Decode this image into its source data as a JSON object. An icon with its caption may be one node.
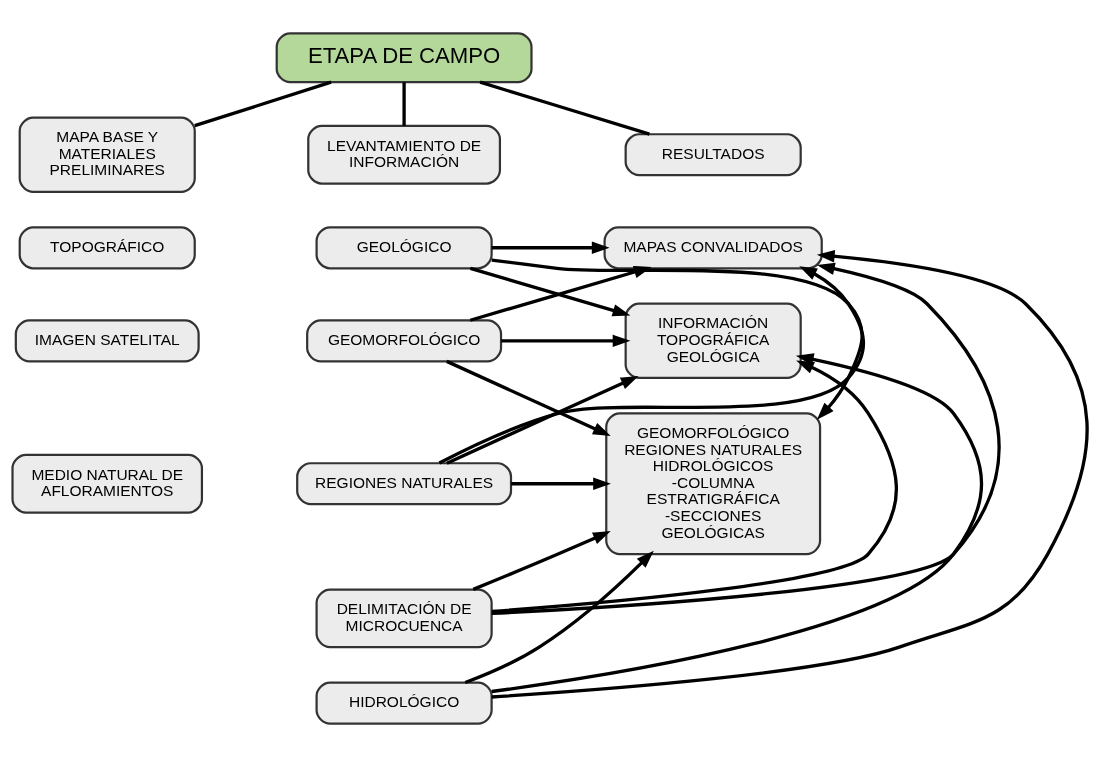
{
  "diagram": {
    "nodes": [
      {
        "text": [
          "ETAPA DE CAMPO"
        ]
      },
      {
        "text": [
          "MAPA BASE Y MATERIALES PRELIMINARES"
        ]
      },
      {
        "text": [
          "LEVANTAMIENTO DE INFORMACIÓN"
        ]
      },
      {
        "text": [
          "RESULTADOS"
        ]
      },
      {
        "text": [
          "TOPOGRÁFICO"
        ]
      },
      {
        "text": [
          "IMAGEN SATELITAL"
        ]
      },
      {
        "text": [
          "MEDIO NATURAL DE AFLORAMIENTOS"
        ]
      },
      {
        "text": [
          "GEOLÓGICO"
        ]
      },
      {
        "text": [
          "GEOMORFOLÓGICO"
        ]
      },
      {
        "text": [
          "REGIONES NATURALES"
        ]
      },
      {
        "text": [
          "DELIMITACIÓN DE MICROCUENCA"
        ]
      },
      {
        "text": [
          "HIDROLÓGICO"
        ]
      },
      {
        "text": [
          "MAPAS CONVALIDADOS"
        ]
      },
      {
        "text": [
          "INFORMACIÓN TOPOGRÁFICA GEOLÓGICA"
        ]
      },
      {
        "text": [
          "GEOMORFOLÓGICO",
          "REGIONES NATURALES",
          "HIDROLÓGICOS",
          "-COLUMNA ESTRATIGRÁFICA",
          "-SECCIONES GEOLÓGICAS"
        ]
      }
    ],
    "edges": [
      {
        "from": 0,
        "to": 1,
        "arrow": "none"
      },
      {
        "from": 0,
        "to": 2,
        "arrow": "none"
      },
      {
        "from": 0,
        "to": 3,
        "arrow": "none"
      },
      {
        "from": 7,
        "to": 12,
        "arrow": "to"
      },
      {
        "from": 7,
        "to": 13,
        "arrow": "to"
      },
      {
        "from": 7,
        "to": 14,
        "arrow": "to"
      },
      {
        "from": 8,
        "to": 12,
        "arrow": "to"
      },
      {
        "from": 8,
        "to": 13,
        "arrow": "to"
      },
      {
        "from": 8,
        "to": 14,
        "arrow": "to"
      },
      {
        "from": 9,
        "to": 12,
        "arrow": "to"
      },
      {
        "from": 9,
        "to": 13,
        "arrow": "to"
      },
      {
        "from": 9,
        "to": 14,
        "arrow": "to"
      },
      {
        "from": 10,
        "to": 12,
        "arrow": "to"
      },
      {
        "from": 10,
        "to": 13,
        "arrow": "to"
      },
      {
        "from": 10,
        "to": 14,
        "arrow": "to"
      },
      {
        "from": 11,
        "to": 12,
        "arrow": "to"
      },
      {
        "from": 11,
        "to": 13,
        "arrow": "to"
      },
      {
        "from": 11,
        "to": 14,
        "arrow": "to"
      }
    ]
  }
}
